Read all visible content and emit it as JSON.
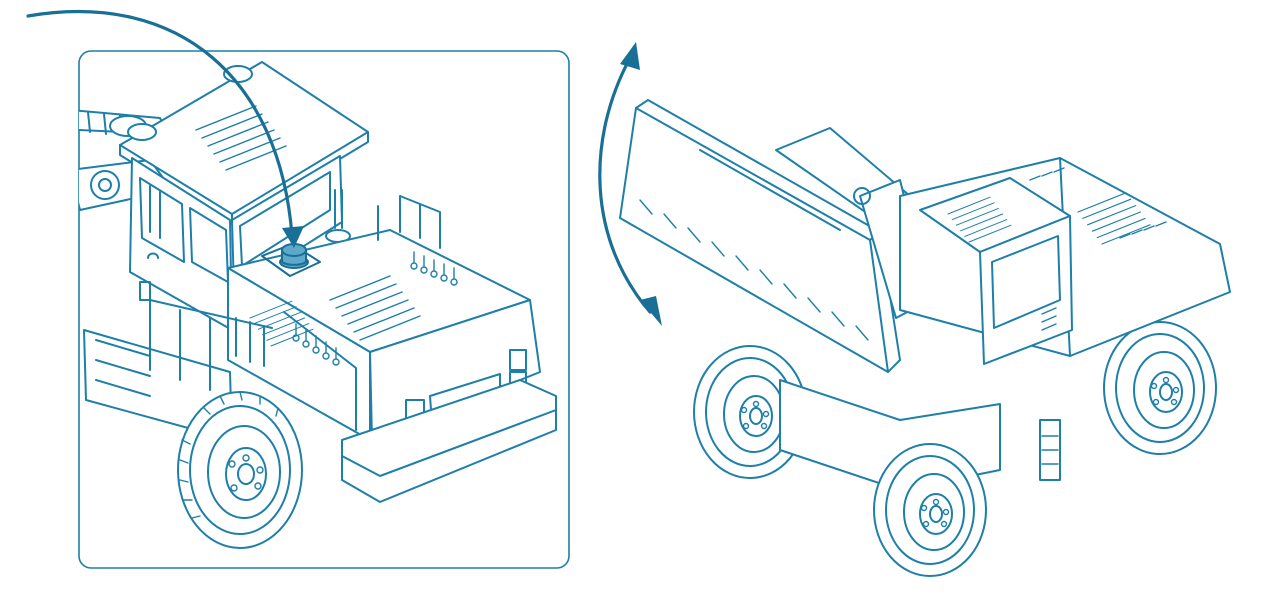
{
  "colors": {
    "line": "#1e7fa8",
    "accent": "#1a6f96",
    "knob": "#5ea8c9",
    "background": "#ffffff"
  },
  "panels": [
    {
      "id": "closeup",
      "depicts": "loader-cab-and-engine-hood-with-highlighted-control"
    },
    {
      "id": "overview",
      "depicts": "wheel-loader-with-raised-bucket"
    }
  ],
  "icons": {
    "pointer_arrow": "curved-arrow-icon",
    "highlight": "roof-control-knob-icon",
    "bucket_motion": "double-headed-curved-arrow-icon"
  }
}
